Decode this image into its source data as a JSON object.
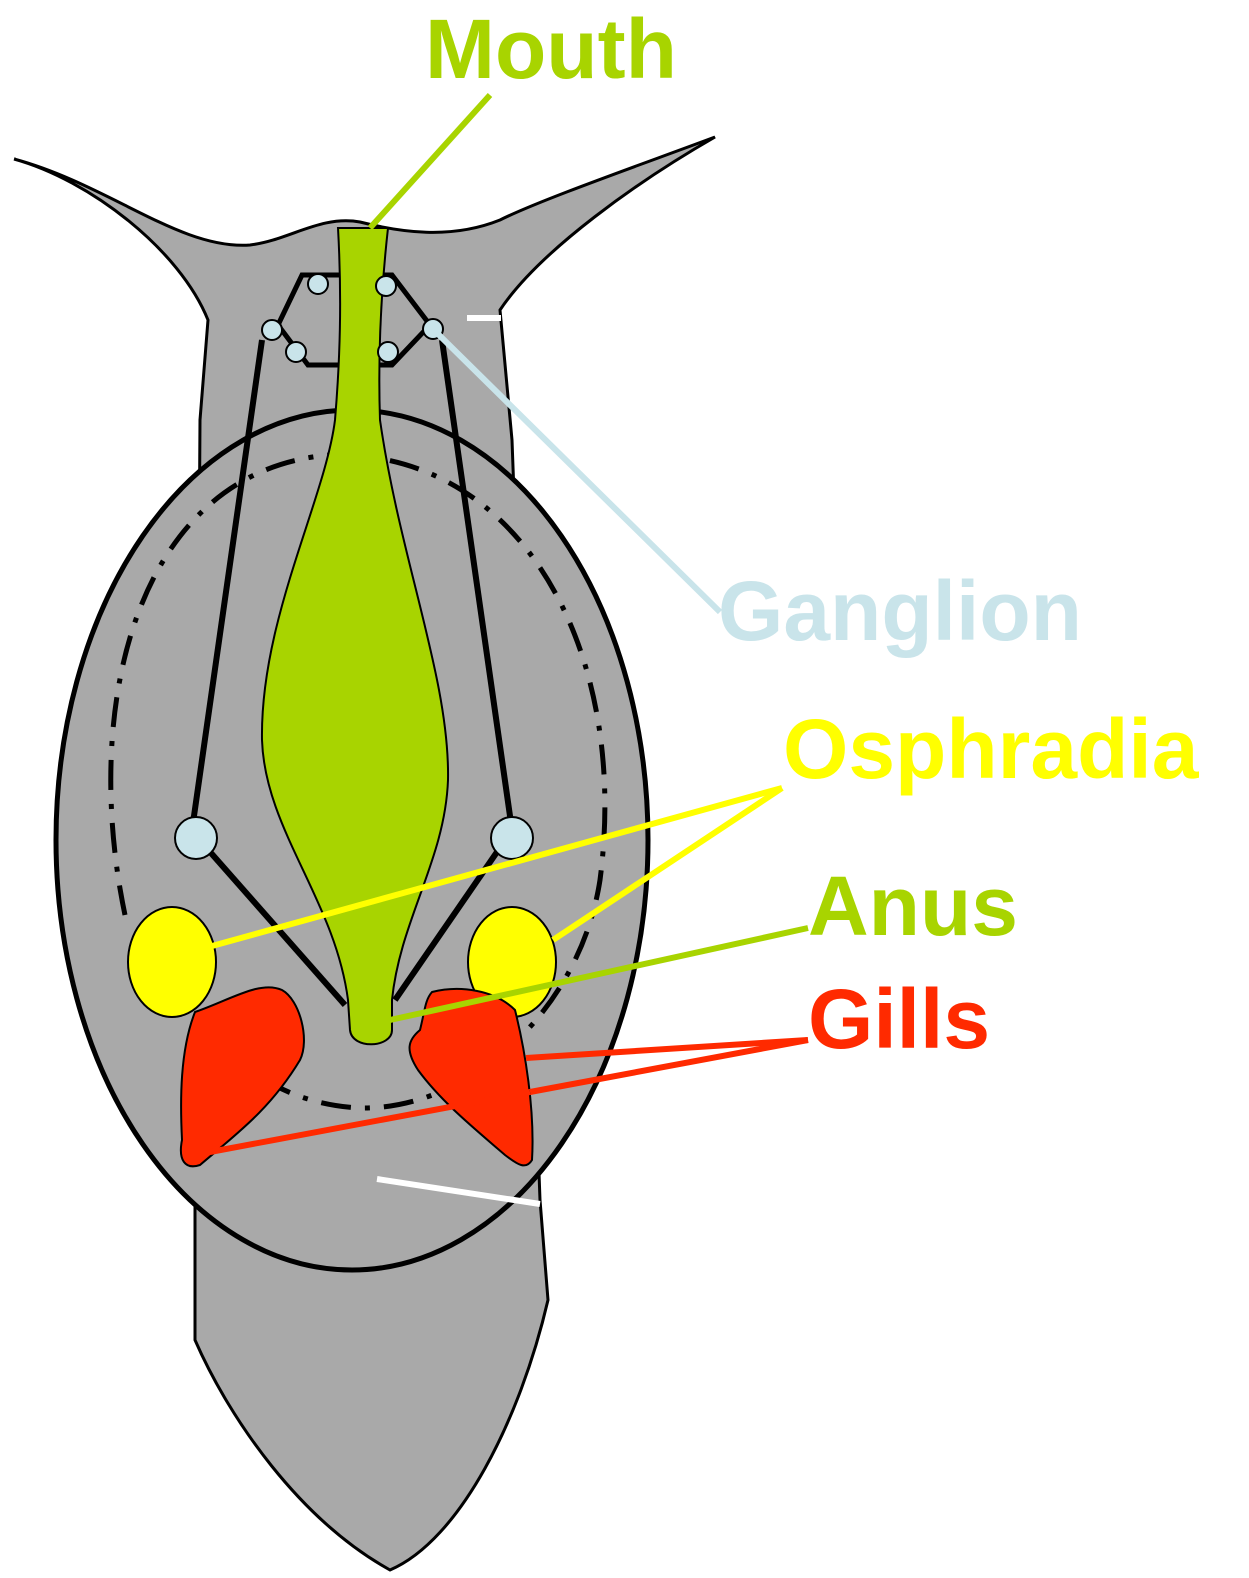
{
  "labels": {
    "mouth": "Mouth",
    "ganglion": "Ganglion",
    "osphradia": "Osphradia",
    "anus": "Anus",
    "gills": "Gills"
  },
  "colors": {
    "body": "#a9a9a9",
    "outline": "#000000",
    "gut": "#a8d400",
    "ganglion": "#c9e4ea",
    "osphradia": "#ffff00",
    "gills": "#ff2a00",
    "marker": "#ffffff"
  }
}
